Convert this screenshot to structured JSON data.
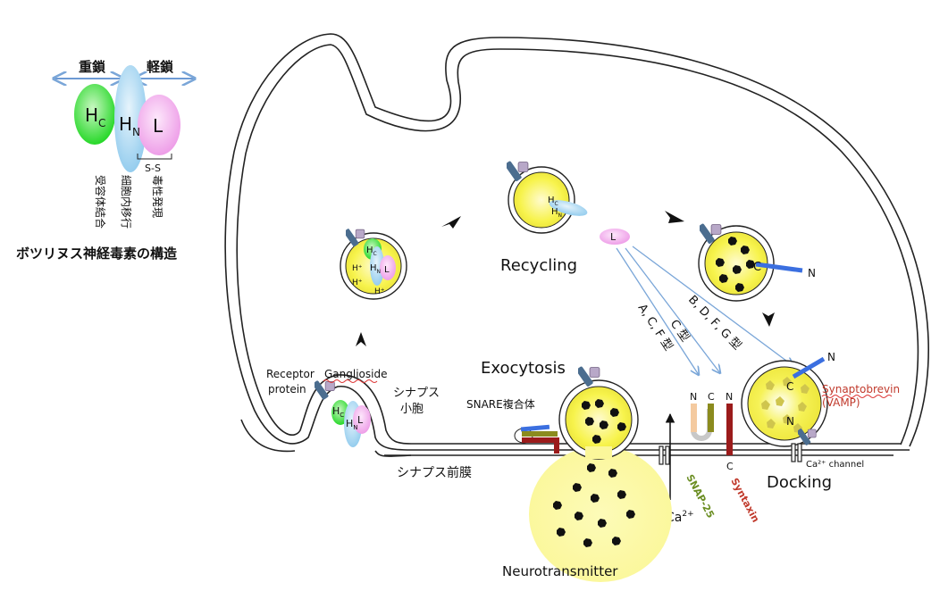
{
  "legend": {
    "heavy_chain": "重鎖",
    "light_chain": "軽鎖",
    "hc_main": "H",
    "hc_sub": "C",
    "hn_main": "H",
    "hn_sub": "N",
    "l_label": "L",
    "ss_bond": "S-S",
    "receptor_binding": "受容体結合",
    "translocation": "細胞内移行",
    "toxicity": "毒性発現",
    "caption": "ボツリヌス神経毒素の構造"
  },
  "labels": {
    "recycling": "Recycling",
    "exocytosis": "Exocytosis",
    "docking": "Docking",
    "neurotransmitter": "Neurotransmitter",
    "receptor_protein_line1": "Receptor",
    "receptor_protein_line2": "protein",
    "ganglioside": "Ganglioside",
    "synaptic_vesicle_line1": "シナプス",
    "synaptic_vesicle_line2": "小胞",
    "presynaptic_membrane": "シナプス前膜",
    "snare_complex": "SNARE複合体",
    "ca_channel": "Ca²⁺ channel",
    "ca_main": "Ca",
    "ca_sup": "2+",
    "snap25": "SNAP-25",
    "syntaxin": "Syntaxin",
    "synaptobrevin_line1": "Synaptobrevin",
    "synaptobrevin_line2": "(VAMP)",
    "n": "N",
    "c": "C",
    "h_plus": "H⁺",
    "l_fragment": "L"
  },
  "serotypes": {
    "ACF": "A, C, F 型",
    "C": "C 型",
    "BDFG": "B, D, F, G 型"
  },
  "colors": {
    "heavy_hc": "#3ee03a",
    "heavy_hn": "#a9d7f2",
    "light_l": "#f2a8ec",
    "vesicle": "#f4f04a",
    "snap25": "#6b8e23",
    "syntaxin": "#9b1b1b",
    "synaptobrevin": "#3b6fe0",
    "arrow": "#7aa6d8"
  }
}
